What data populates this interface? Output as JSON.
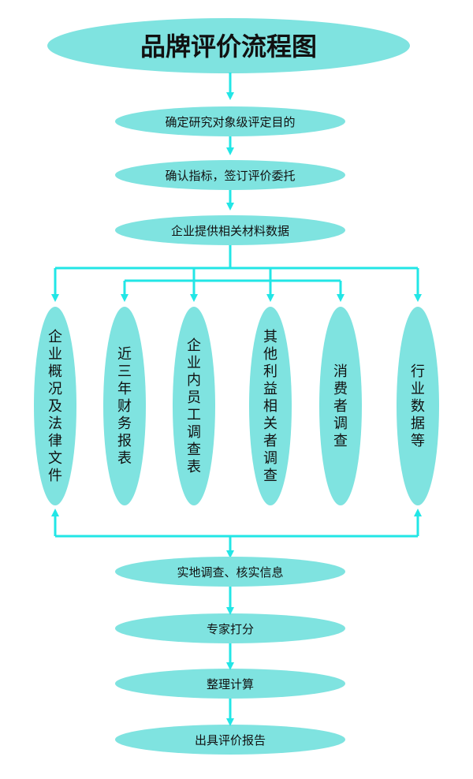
{
  "diagram": {
    "title": "品牌评价流程图",
    "colors": {
      "node_fill": "#7FE3E0",
      "connector": "#22E6E6",
      "text": "#111111"
    },
    "steps_top": [
      "确定研究对象级评定目的",
      "确认指标，签订评价委托",
      "企业提供相关材料数据"
    ],
    "data_sources": [
      "企业概况及法律文件",
      "近三年财务报表",
      "企业内员工调查表",
      "其他利益相关者调查",
      "消费者调查",
      "行业数据等"
    ],
    "steps_bottom": [
      "实地调查、核实信息",
      "专家打分",
      "整理计算",
      "出具评价报告"
    ]
  }
}
